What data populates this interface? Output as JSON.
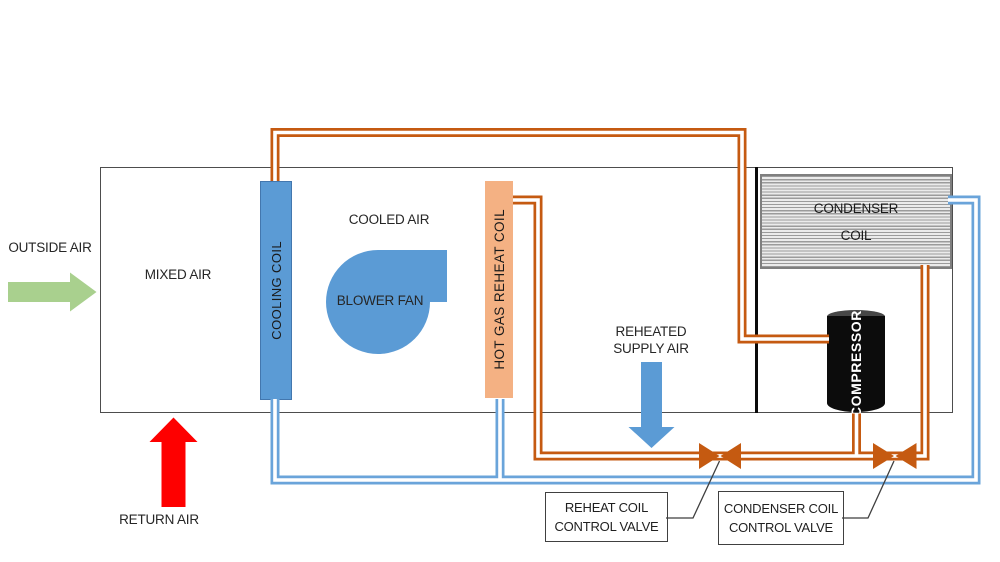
{
  "diagram": {
    "labels": {
      "outside_air": "OUTSIDE AIR",
      "mixed_air": "MIXED AIR",
      "cooled_air": "COOLED AIR",
      "blower_fan": "BLOWER FAN",
      "cooling_coil": "COOLING COIL",
      "hot_gas_reheat_coil": "HOT GAS REHEAT COIL",
      "reheated_supply_air_line1": "REHEATED",
      "reheated_supply_air_line2": "SUPPLY AIR",
      "condenser_coil_line1": "CONDENSER",
      "condenser_coil_line2": "COIL",
      "compressor": "COMPRESSOR",
      "return_air": "RETURN AIR"
    },
    "callouts": {
      "reheat_valve_line1": "REHEAT COIL",
      "reheat_valve_line2": "CONTROL VALVE",
      "condenser_valve_line1": "CONDENSER COIL",
      "condenser_valve_line2": "CONTROL VALVE"
    },
    "colors": {
      "pipe_orange": "#c55a11",
      "pipe_blue": "#6aa4da",
      "coil_blue": "#5b9bd5",
      "reheat_coil_peach": "#f4b183",
      "outside_air_green": "#a9d08e",
      "return_air_red": "#fe0000",
      "supply_air_blue": "#5b9bd5"
    }
  }
}
